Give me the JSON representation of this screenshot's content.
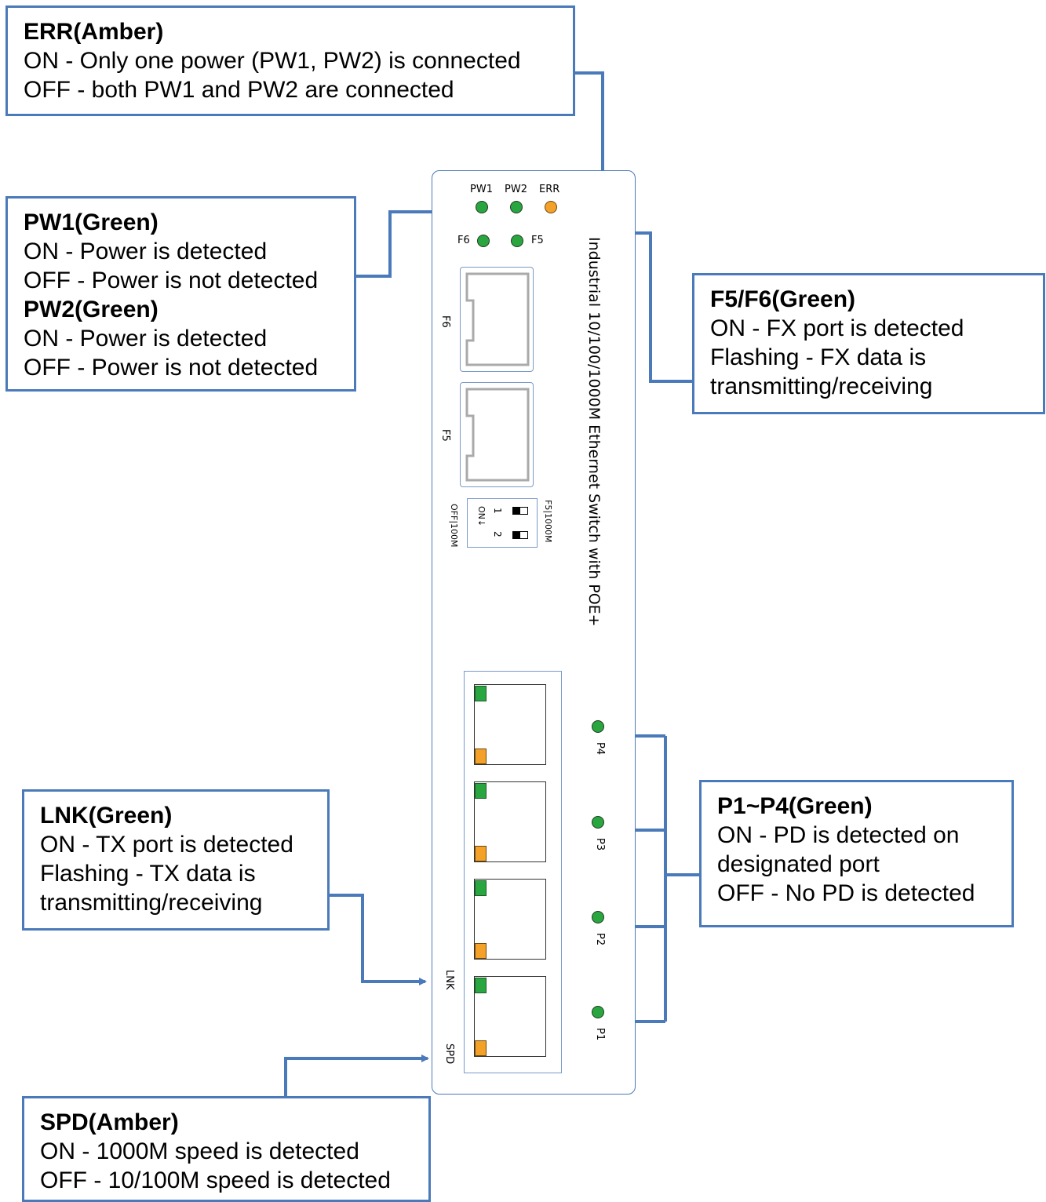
{
  "device": {
    "product_name": "Industrial 10/100/1000M Ethernet Switch with POE+",
    "leds_top": {
      "pw1": "PW1",
      "pw2": "PW2",
      "err": "ERR",
      "f6": "F6",
      "f5": "F5"
    },
    "sfp_ports": [
      "F6",
      "F5"
    ],
    "dip_switch": {
      "label_on": "ON↓",
      "switch_numbers": [
        "1",
        "2"
      ],
      "label_f5": "F5|1000M",
      "label_off": "OFF|100M"
    },
    "rj45_labels": {
      "lnk": "LNK",
      "spd": "SPD"
    },
    "poe_leds": [
      "P4",
      "P3",
      "P2",
      "P1"
    ]
  },
  "callouts": {
    "err": {
      "title": "ERR(Amber)",
      "lines": [
        "ON - Only one power (PW1, PW2) is connected",
        "OFF - both PW1 and PW2 are connected"
      ]
    },
    "pw": {
      "title1": "PW1(Green)",
      "lines1": [
        "ON - Power is detected",
        "OFF - Power is not detected"
      ],
      "title2": "PW2(Green)",
      "lines2": [
        "ON - Power is detected",
        "OFF - Power is not detected"
      ]
    },
    "f5f6": {
      "title": "F5/F6(Green)",
      "lines": [
        "ON - FX port is detected",
        "Flashing - FX data is",
        "transmitting/receiving"
      ]
    },
    "p1p4": {
      "title": "P1~P4(Green)",
      "lines": [
        "ON - PD is detected on",
        "designated port",
        "OFF - No PD is detected"
      ]
    },
    "lnk": {
      "title": "LNK(Green)",
      "lines": [
        "ON - TX port is detected",
        "Flashing - TX data is",
        "transmitting/receiving"
      ]
    },
    "spd": {
      "title": "SPD(Amber)",
      "lines": [
        "ON - 1000M speed is detected",
        "OFF - 10/100M speed is detected"
      ]
    }
  },
  "colors": {
    "callout_border": "#4a7ab9",
    "led_green": "#29a640",
    "led_amber": "#f4a12a"
  }
}
